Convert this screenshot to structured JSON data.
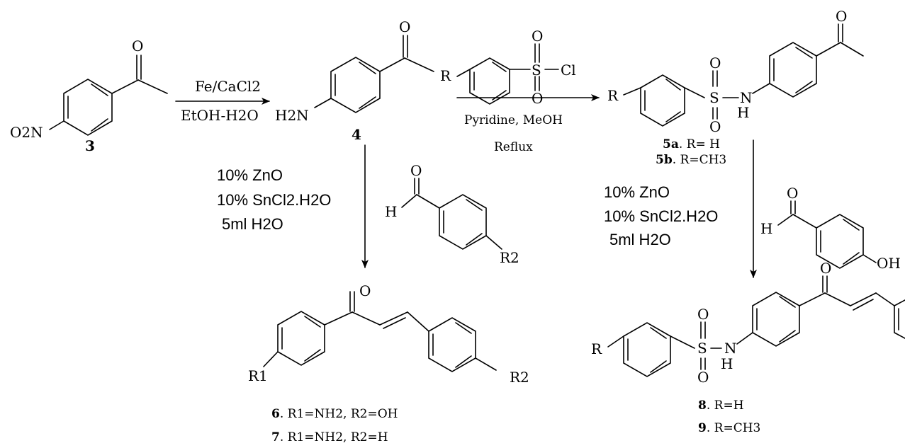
{
  "compounds": {
    "c3": {
      "id": "3",
      "nitro": "O2N",
      "carbonyl_o": "O"
    },
    "c4": {
      "id": "4",
      "amine": "H2N",
      "carbonyl_o": "O"
    },
    "sulfonyl": {
      "r": "R",
      "s": "S",
      "o": "O",
      "cl": "Cl"
    },
    "c5": {
      "r": "R",
      "s": "S",
      "o": "O",
      "n": "N",
      "h": "H",
      "carbonyl_o": "O",
      "variants": [
        {
          "id": "5a",
          "rest": ". R= H"
        },
        {
          "id": "5b",
          "rest": ". R=CH3"
        }
      ]
    },
    "aldehyde1": {
      "h": "H",
      "o": "O",
      "r2": "R2"
    },
    "aldehyde2": {
      "h": "H",
      "o": "O",
      "oh": "OH"
    },
    "c6_7": {
      "r1": "R1",
      "r2": "R2",
      "carbonyl_o": "O",
      "variants": [
        {
          "id": "6",
          "rest": "R1=NH2, R2=OH"
        },
        {
          "id": "7",
          "rest": "R1=NH2, R2=H"
        }
      ]
    },
    "c8_9": {
      "r": "R",
      "s": "S",
      "o": "O",
      "n": "N",
      "h": "H",
      "carbonyl_o": "O",
      "variants": [
        {
          "id": "8",
          "rest": "R=H"
        },
        {
          "id": "9",
          "rest": "R=CH3"
        }
      ]
    }
  },
  "reactions": {
    "step1": {
      "above": "Fe/CaCl2",
      "below": "EtOH-H2O"
    },
    "step2": {
      "below": "Pyridine, MeOH",
      "below2": "Reflux"
    },
    "step3": {
      "lines": [
        "10% ZnO",
        "10% SnCl2.H2O",
        "5ml H2O"
      ]
    },
    "step4": {
      "lines": [
        "10% ZnO",
        "10% SnCl2.H2O",
        "5ml H2O"
      ]
    }
  }
}
